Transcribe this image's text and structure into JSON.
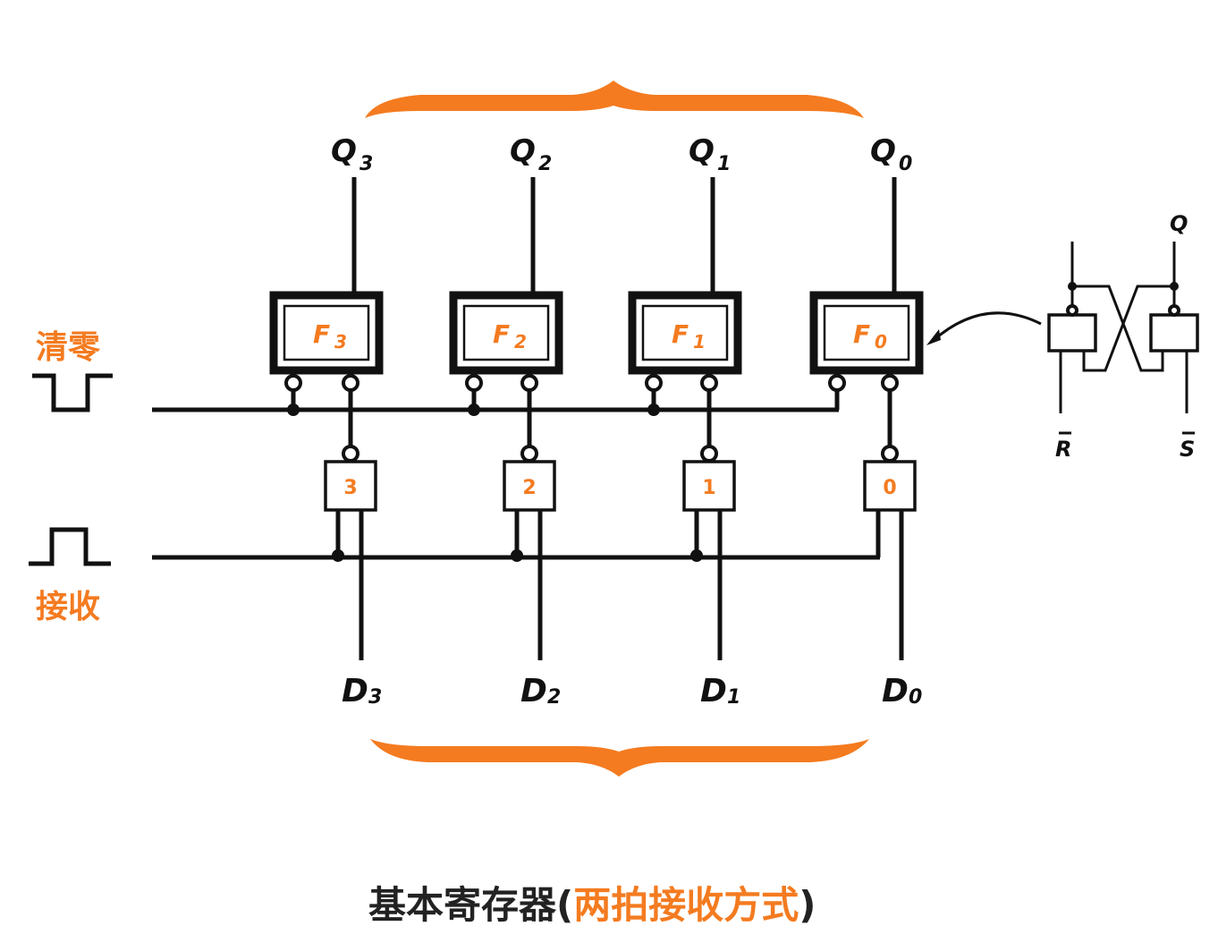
{
  "outputs": [
    {
      "letter": "Q",
      "sub": "3"
    },
    {
      "letter": "Q",
      "sub": "2"
    },
    {
      "letter": "Q",
      "sub": "1"
    },
    {
      "letter": "Q",
      "sub": "0"
    }
  ],
  "flipflops": [
    {
      "letter": "F",
      "sub": "3"
    },
    {
      "letter": "F",
      "sub": "2"
    },
    {
      "letter": "F",
      "sub": "1"
    },
    {
      "letter": "F",
      "sub": "0"
    }
  ],
  "gates": [
    "3",
    "2",
    "1",
    "0"
  ],
  "inputs": [
    {
      "letter": "D",
      "sub": "3"
    },
    {
      "letter": "D",
      "sub": "2"
    },
    {
      "letter": "D",
      "sub": "1"
    },
    {
      "letter": "D",
      "sub": "0"
    }
  ],
  "clear_label": "清零",
  "receive_label": "接收",
  "rs_latch": {
    "q": "Q",
    "r": "R",
    "s": "S"
  },
  "caption": {
    "main": "基本寄存器",
    "open": "(",
    "highlight": "两拍接收方式",
    "close": ")"
  },
  "colors": {
    "accent": "#f47b20",
    "line": "#111111"
  }
}
